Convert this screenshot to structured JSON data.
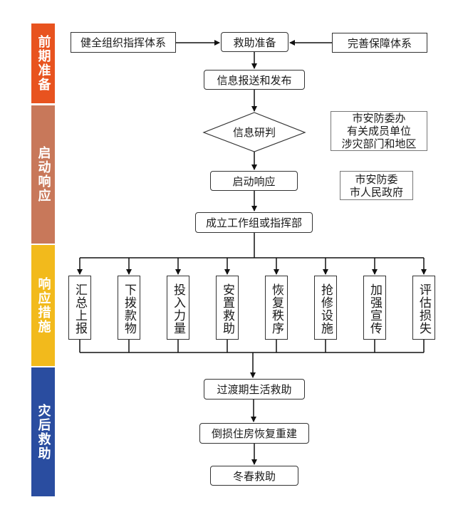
{
  "phases": [
    {
      "label": "前期准备",
      "color": "#E8531F"
    },
    {
      "label": "启动响应",
      "color": "#C8785A"
    },
    {
      "label": "响应措施",
      "color": "#F2BA1C"
    },
    {
      "label": "灾后救助",
      "color": "#2A4DA0"
    }
  ],
  "nodes": {
    "org_system": "健全组织指挥体系",
    "rescue_prep": "救助准备",
    "guarantee_system": "完善保障体系",
    "info_report": "信息报送和发布",
    "info_judge": "信息研判",
    "start_response": "启动响应",
    "setup_team": "成立工作组或指挥部",
    "transition_relief": "过渡期生活救助",
    "housing_rebuild": "倒损住房恢复重建",
    "winter_spring_relief": "冬春救助"
  },
  "notes": {
    "judge_parties": "市安防委办\n有关成员单位\n涉灾部门和地区",
    "response_parties": "市安防委\n市人民政府"
  },
  "measures": [
    "汇总上报",
    "下拨款物",
    "投入力量",
    "安置救助",
    "恢复秩序",
    "抢修设施",
    "加强宣传",
    "评估损失"
  ],
  "colors": {
    "line": "#111111",
    "box_border": "#333333"
  }
}
